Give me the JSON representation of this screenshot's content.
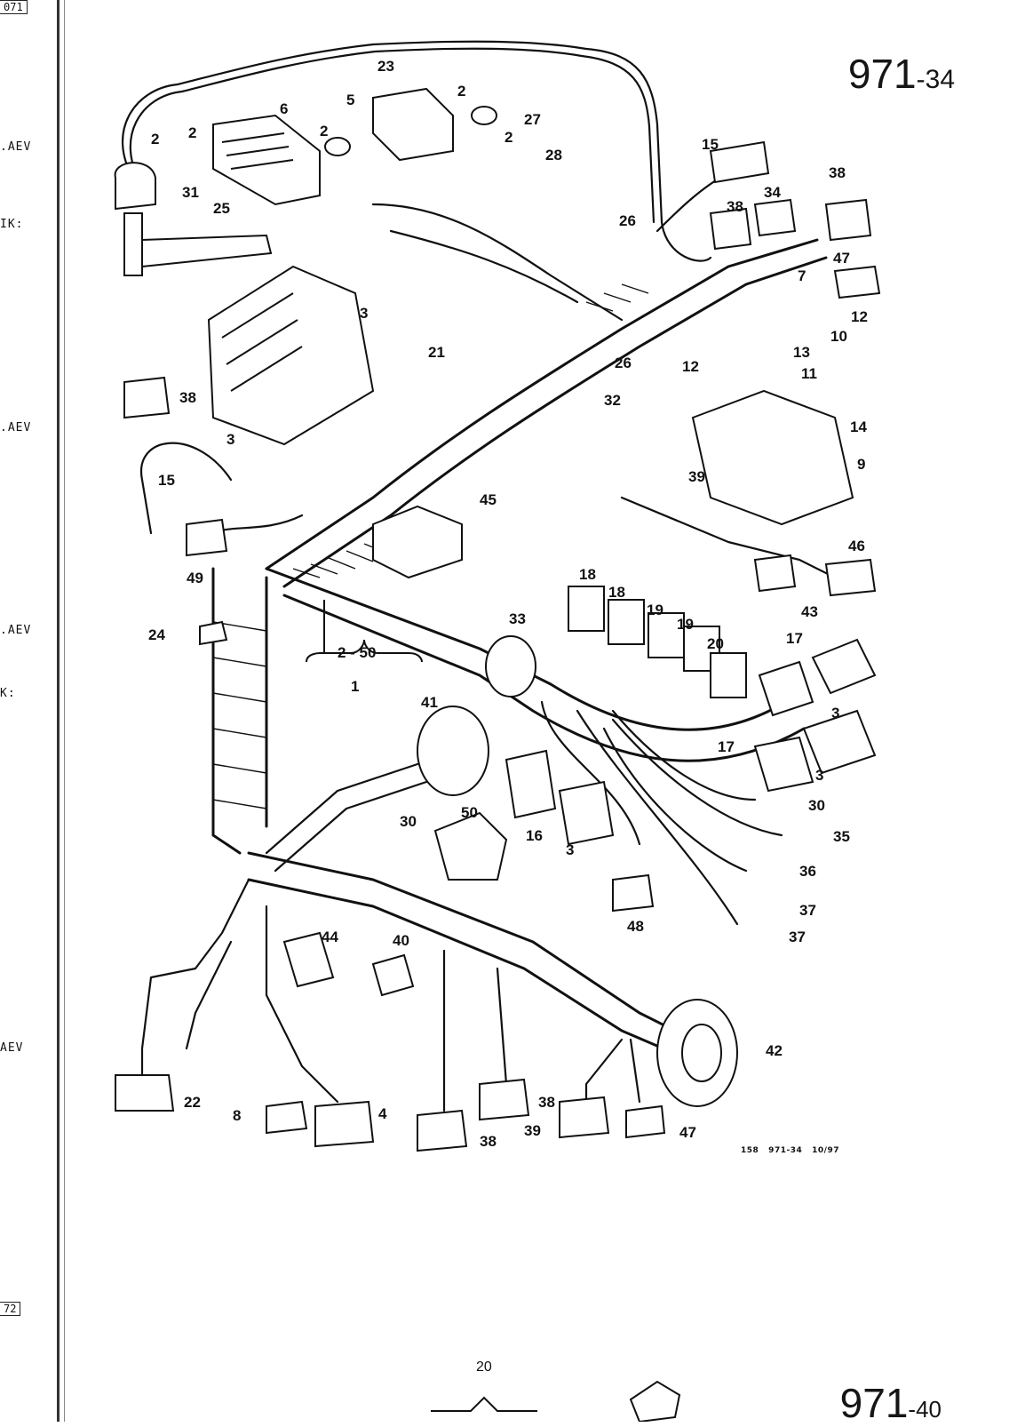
{
  "page": {
    "heading_main": "971",
    "heading_suffix": "-34",
    "footer_main": "971",
    "footer_suffix": "-40",
    "footer_number": "20",
    "drawing_code": "158   971-34   10/97"
  },
  "left_strip": {
    "box_top": "071",
    "box_bottom": "72",
    "labels": [
      ".AEV",
      "IK:",
      ".AEV",
      ".AEV",
      "K:",
      "AEV"
    ]
  },
  "range_label": "2 - 50",
  "callouts": [
    {
      "id": "c23",
      "label": "23"
    },
    {
      "id": "c27",
      "label": "27"
    },
    {
      "id": "c6",
      "label": "6"
    },
    {
      "id": "c5",
      "label": "5"
    },
    {
      "id": "c2a",
      "label": "2"
    },
    {
      "id": "c2b",
      "label": "2"
    },
    {
      "id": "c2c",
      "label": "2"
    },
    {
      "id": "c2d",
      "label": "2"
    },
    {
      "id": "c2e",
      "label": "2"
    },
    {
      "id": "c31",
      "label": "31"
    },
    {
      "id": "c25",
      "label": "25"
    },
    {
      "id": "c28",
      "label": "28"
    },
    {
      "id": "c26a",
      "label": "26"
    },
    {
      "id": "c15a",
      "label": "15"
    },
    {
      "id": "c38a",
      "label": "38"
    },
    {
      "id": "c38b",
      "label": "38"
    },
    {
      "id": "c34",
      "label": "34"
    },
    {
      "id": "c47a",
      "label": "47"
    },
    {
      "id": "c7",
      "label": "7"
    },
    {
      "id": "c12a",
      "label": "12"
    },
    {
      "id": "c10",
      "label": "10"
    },
    {
      "id": "c13",
      "label": "13"
    },
    {
      "id": "c12b",
      "label": "12"
    },
    {
      "id": "c11",
      "label": "11"
    },
    {
      "id": "c14",
      "label": "14"
    },
    {
      "id": "c26b",
      "label": "26"
    },
    {
      "id": "c3a",
      "label": "3"
    },
    {
      "id": "c21",
      "label": "21"
    },
    {
      "id": "c32",
      "label": "32"
    },
    {
      "id": "c38c",
      "label": "38"
    },
    {
      "id": "c3b",
      "label": "3"
    },
    {
      "id": "c9",
      "label": "9"
    },
    {
      "id": "c39a",
      "label": "39"
    },
    {
      "id": "c15b",
      "label": "15"
    },
    {
      "id": "c45",
      "label": "45"
    },
    {
      "id": "c46",
      "label": "46"
    },
    {
      "id": "c49",
      "label": "49"
    },
    {
      "id": "c43",
      "label": "43"
    },
    {
      "id": "c18a",
      "label": "18"
    },
    {
      "id": "c18b",
      "label": "18"
    },
    {
      "id": "c19a",
      "label": "19"
    },
    {
      "id": "c19b",
      "label": "19"
    },
    {
      "id": "c20",
      "label": "20"
    },
    {
      "id": "c17a",
      "label": "17"
    },
    {
      "id": "c3c",
      "label": "3"
    },
    {
      "id": "c24",
      "label": "24"
    },
    {
      "id": "c33",
      "label": "33"
    },
    {
      "id": "c1",
      "label": "1"
    },
    {
      "id": "c41",
      "label": "41"
    },
    {
      "id": "c17b",
      "label": "17"
    },
    {
      "id": "c3d",
      "label": "3"
    },
    {
      "id": "c30a",
      "label": "30"
    },
    {
      "id": "c30b",
      "label": "30"
    },
    {
      "id": "c35",
      "label": "35"
    },
    {
      "id": "c16",
      "label": "16"
    },
    {
      "id": "c3e",
      "label": "3"
    },
    {
      "id": "c50",
      "label": "50"
    },
    {
      "id": "c36",
      "label": "36"
    },
    {
      "id": "c37a",
      "label": "37"
    },
    {
      "id": "c37b",
      "label": "37"
    },
    {
      "id": "c48",
      "label": "48"
    },
    {
      "id": "c44",
      "label": "44"
    },
    {
      "id": "c40",
      "label": "40"
    },
    {
      "id": "c42",
      "label": "42"
    },
    {
      "id": "c22",
      "label": "22"
    },
    {
      "id": "c8",
      "label": "8"
    },
    {
      "id": "c4",
      "label": "4"
    },
    {
      "id": "c38d",
      "label": "38"
    },
    {
      "id": "c38e",
      "label": "38"
    },
    {
      "id": "c39b",
      "label": "39"
    },
    {
      "id": "c47b",
      "label": "47"
    }
  ]
}
